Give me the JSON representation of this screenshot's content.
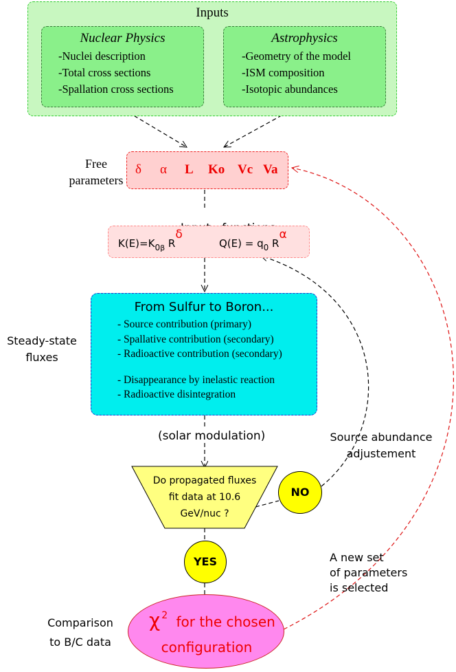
{
  "inputs": {
    "title": "Inputs",
    "nuclear": {
      "title": "Nuclear Physics",
      "items": [
        "-Nuclei description",
        "-Total cross sections",
        "-Spallation cross sections"
      ]
    },
    "astro": {
      "title": "Astrophysics",
      "items": [
        "-Geometry of the model",
        "-ISM composition",
        "-Isotopic abundances"
      ]
    }
  },
  "free_params": {
    "label_line1": "Free",
    "label_line2": "parameters",
    "symbols": [
      "δ",
      "α",
      "L",
      "Ko",
      "Vc",
      "Va"
    ]
  },
  "input_functions": {
    "title": "Input   functions",
    "K_prefix": "K(E)=K",
    "K_sub": "0",
    "K_subbeta": "β",
    "K_R": "R",
    "K_sup": "δ",
    "Q_prefix": "Q(E) = q",
    "Q_sub": "0",
    "Q_R": "R",
    "Q_sup": "α"
  },
  "boron": {
    "title": "From Sulfur to Boron...",
    "items": [
      "- Source contribution (primary)",
      "- Spallative contribution (secondary)",
      "- Radioactive contribution (secondary)"
    ],
    "items2": [
      "- Disappearance by inelastic reaction",
      "- Radioactive disintegration"
    ]
  },
  "steady": {
    "line1": "Steady-state",
    "line2": "fluxes"
  },
  "solar": "(solar modulation)",
  "source_adj": {
    "line1": "Source abundance",
    "line2": "adjustement"
  },
  "question": {
    "line1": "Do propagated fluxes",
    "line2": "fit data at 10.6",
    "line3": "GeV/nuc ?"
  },
  "no": "NO",
  "yes": "YES",
  "new_set": {
    "line1": "A new set",
    "line2": "of parameters",
    "line3": "is selected"
  },
  "comparison": {
    "line1": "Comparison",
    "line2": "to B/C data"
  },
  "chi": {
    "symbol": "χ",
    "sup": "2",
    "line1": "for the chosen",
    "line2": "configuration"
  },
  "colors": {
    "inputs_bg": "#c8f7c0",
    "inputs_border": "#33cc33",
    "sub_bg": "#8af08a",
    "sub_border": "#3a7a3a",
    "free_bg": "#ffd0d0",
    "free_border": "#ee2222",
    "red_text": "#ee0000",
    "func_bg": "#ffe0e0",
    "func_border": "#ff8888",
    "boron_bg": "#00eeee",
    "boron_border": "#2233cc",
    "yellow": "#ffff00",
    "tri_bg": "#ffff80",
    "chi_bg": "#ff88ee",
    "chi_border": "#cc2222"
  }
}
